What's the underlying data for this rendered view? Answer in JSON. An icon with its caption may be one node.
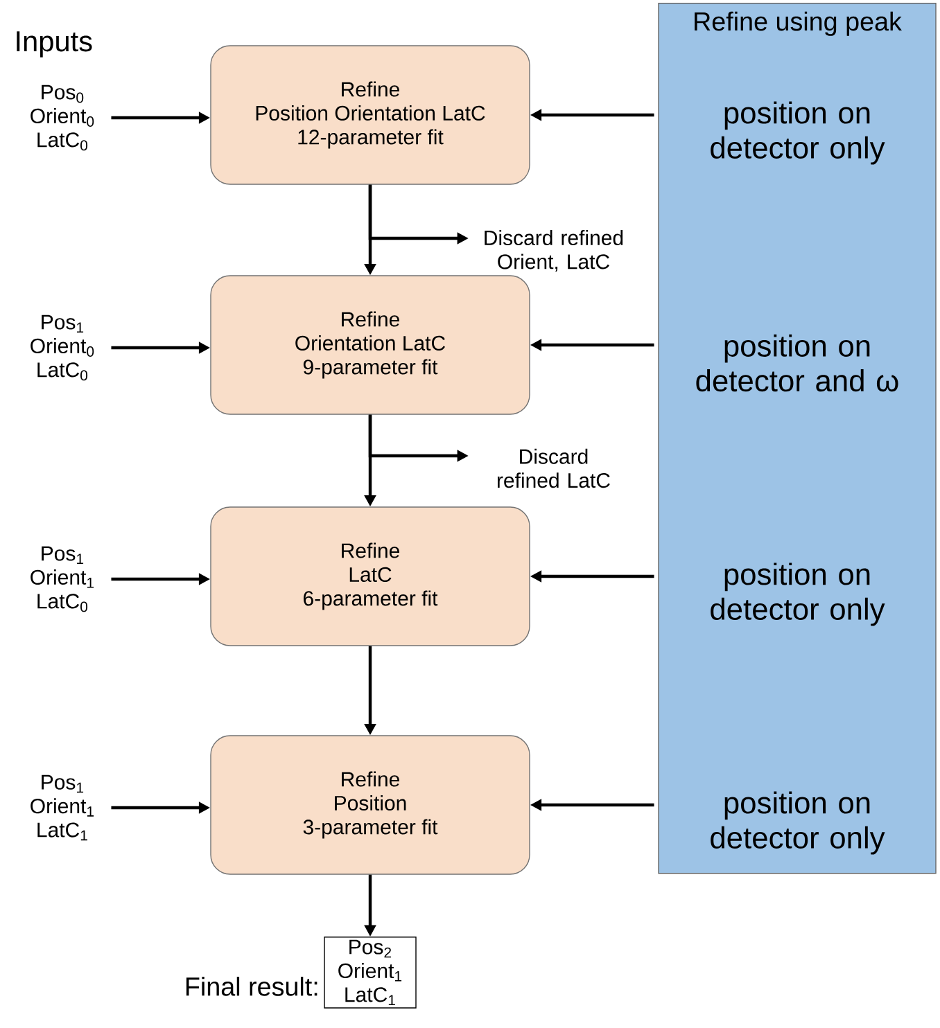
{
  "diagram": {
    "nodes": [
      {
        "text": [
          "Refine using peak"
        ]
      },
      {
        "text": [
          "Pos$_{0}$ Orient$_{0}$ LatC$_{0}$"
        ]
      },
      {
        "text": [
          "Refine",
          "Position Orientation LatC",
          "12-parameter fit"
        ]
      },
      {
        "text": [
          "position on detector only"
        ],
        "in": 0
      },
      {
        "text": [
          "Discard refined Orient, LatC"
        ]
      },
      {
        "text": [
          "Pos$_{1}$ Orient$_{0}$ LatC$_{0}$"
        ]
      },
      {
        "text": [
          "Refine",
          "Orientation LatC",
          "9-parameter fit"
        ]
      },
      {
        "text": [
          "position on detector and ω"
        ],
        "in": 0
      },
      {
        "text": [
          "Discard refined LatC"
        ]
      },
      {
        "text": [
          "Pos$_{1}$ Orient$_{1}$ LatC$_{0}$"
        ]
      },
      {
        "text": [
          "Refine",
          "LatC",
          "6-parameter fit"
        ]
      },
      {
        "text": [
          "position on detector only"
        ],
        "in": 0
      },
      {
        "text": [
          "Pos$_{1}$ Orient$_{1}$ LatC$_{1}$"
        ]
      },
      {
        "text": [
          "Refine",
          "Position",
          "3-parameter fit"
        ]
      },
      {
        "text": [
          "position on detector only"
        ],
        "in": 0
      },
      {
        "text": [
          "Pos$_{2}$ Orient$_{1}$ LatC$_{1}$"
        ],
        "beside": [
          "Final result:"
        ]
      }
    ],
    "edges": [
      {
        "from": 1,
        "to": 2,
        "arrow": "to"
      },
      {
        "from": 3,
        "to": 2,
        "arrow": "to"
      },
      {
        "from": 2,
        "to": 6,
        "arrow": "to"
      },
      {
        "from": 2,
        "to": 4,
        "arrow": "to"
      },
      {
        "from": 5,
        "to": 6,
        "arrow": "to"
      },
      {
        "from": 7,
        "to": 6,
        "arrow": "to"
      },
      {
        "from": 6,
        "to": 10,
        "arrow": "to"
      },
      {
        "from": 6,
        "to": 8,
        "arrow": "to"
      },
      {
        "from": 9,
        "to": 10,
        "arrow": "to"
      },
      {
        "from": 11,
        "to": 10,
        "arrow": "to"
      },
      {
        "from": 10,
        "to": 13,
        "arrow": "to"
      },
      {
        "from": 12,
        "to": 13,
        "arrow": "to"
      },
      {
        "from": 14,
        "to": 13,
        "arrow": "to"
      },
      {
        "from": 13,
        "to": 15,
        "arrow": "to"
      }
    ],
    "labels": [
      "Inputs"
    ]
  }
}
